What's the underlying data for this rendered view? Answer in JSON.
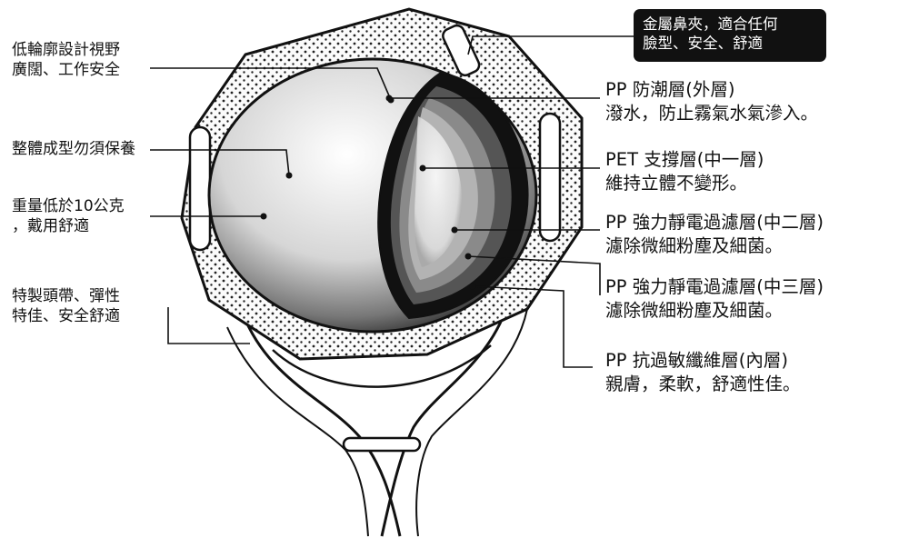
{
  "labels_left": [
    {
      "line1": "低輪廓設計視野",
      "line2": "廣闊、工作安全"
    },
    {
      "line1": "整體成型勿須保養",
      "line2": ""
    },
    {
      "line1": "重量低於10公克",
      "line2": "，戴用舒適"
    },
    {
      "line1": "特製頭帶、彈性",
      "line2": "特佳、安全舒適"
    }
  ],
  "labels_right": [
    {
      "line1": "PP  防潮層(外層)",
      "line2": "潑水，防止霧氣水氣滲入。"
    },
    {
      "line1": "PET  支撐層(中一層)",
      "line2": "維持立體不變形。"
    },
    {
      "line1": "PP  強力靜電過濾層(中二層)",
      "line2": "濾除微細粉塵及細菌。"
    },
    {
      "line1": "PP  強力靜電過濾層(中三層)",
      "line2": "濾除微細粉塵及細菌。"
    },
    {
      "line1": "PP  抗過敏纖維層(內層)",
      "line2": "親膚，柔軟，舒適性佳。"
    }
  ],
  "nose_clip_badge": {
    "line1": "金屬鼻夾，適合任何",
    "line2": "臉型、安全、舒適"
  }
}
